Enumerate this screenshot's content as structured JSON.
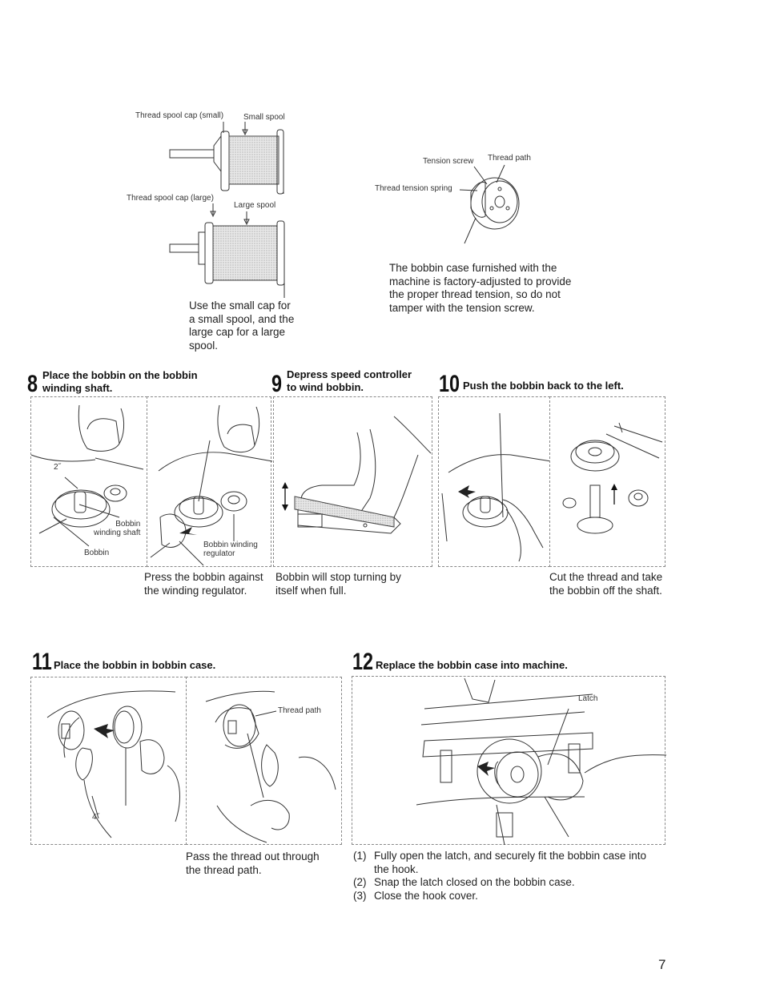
{
  "page_number": "7",
  "top": {
    "spool_labels": {
      "cap_small": "Thread spool cap (small)",
      "small_spool": "Small spool",
      "cap_large": "Thread spool cap (large)",
      "large_spool": "Large spool"
    },
    "spool_caption": "Use the small cap for\na small spool, and the\nlarge cap for a large\nspool.",
    "bobbin_case_labels": {
      "tension_screw": "Tension screw",
      "thread_path": "Thread path",
      "tension_spring": "Thread tension spring"
    },
    "bobbin_case_caption": "The bobbin case furnished with the\nmachine is factory-adjusted to provide\nthe proper thread tension, so do not\ntamper with the tension screw."
  },
  "steps": {
    "s8": {
      "number": "8",
      "title": "Place the bobbin on the bobbin\nwinding shaft.",
      "labels": {
        "two_mark": "2˝",
        "bobbin_winding_shaft": "Bobbin\nwinding shaft",
        "bobbin": "Bobbin",
        "bobbin_winding_regulator": "Bobbin winding\nregulator"
      },
      "caption": "Press the bobbin against\nthe winding regulator."
    },
    "s9": {
      "number": "9",
      "title": "Depress speed controller\nto wind bobbin.",
      "caption": "Bobbin will stop turning by\nitself when full."
    },
    "s10": {
      "number": "10",
      "title": "Push the bobbin back to the left.",
      "caption": "Cut the thread and take\nthe bobbin off the shaft."
    },
    "s11": {
      "number": "11",
      "title": "Place the bobbin in bobbin case.",
      "labels": {
        "thread_path": "Thread path",
        "four_mark": "4˝"
      },
      "caption": "Pass the thread out through\nthe thread path."
    },
    "s12": {
      "number": "12",
      "title": "Replace the bobbin case into machine.",
      "labels": {
        "latch": "Latch"
      },
      "instructions": [
        {
          "n": "(1)",
          "text": "Fully open the latch, and securely fit the bobbin case into\nthe hook."
        },
        {
          "n": "(2)",
          "text": "Snap the latch closed on the bobbin case."
        },
        {
          "n": "(3)",
          "text": "Close the hook cover."
        }
      ]
    }
  }
}
